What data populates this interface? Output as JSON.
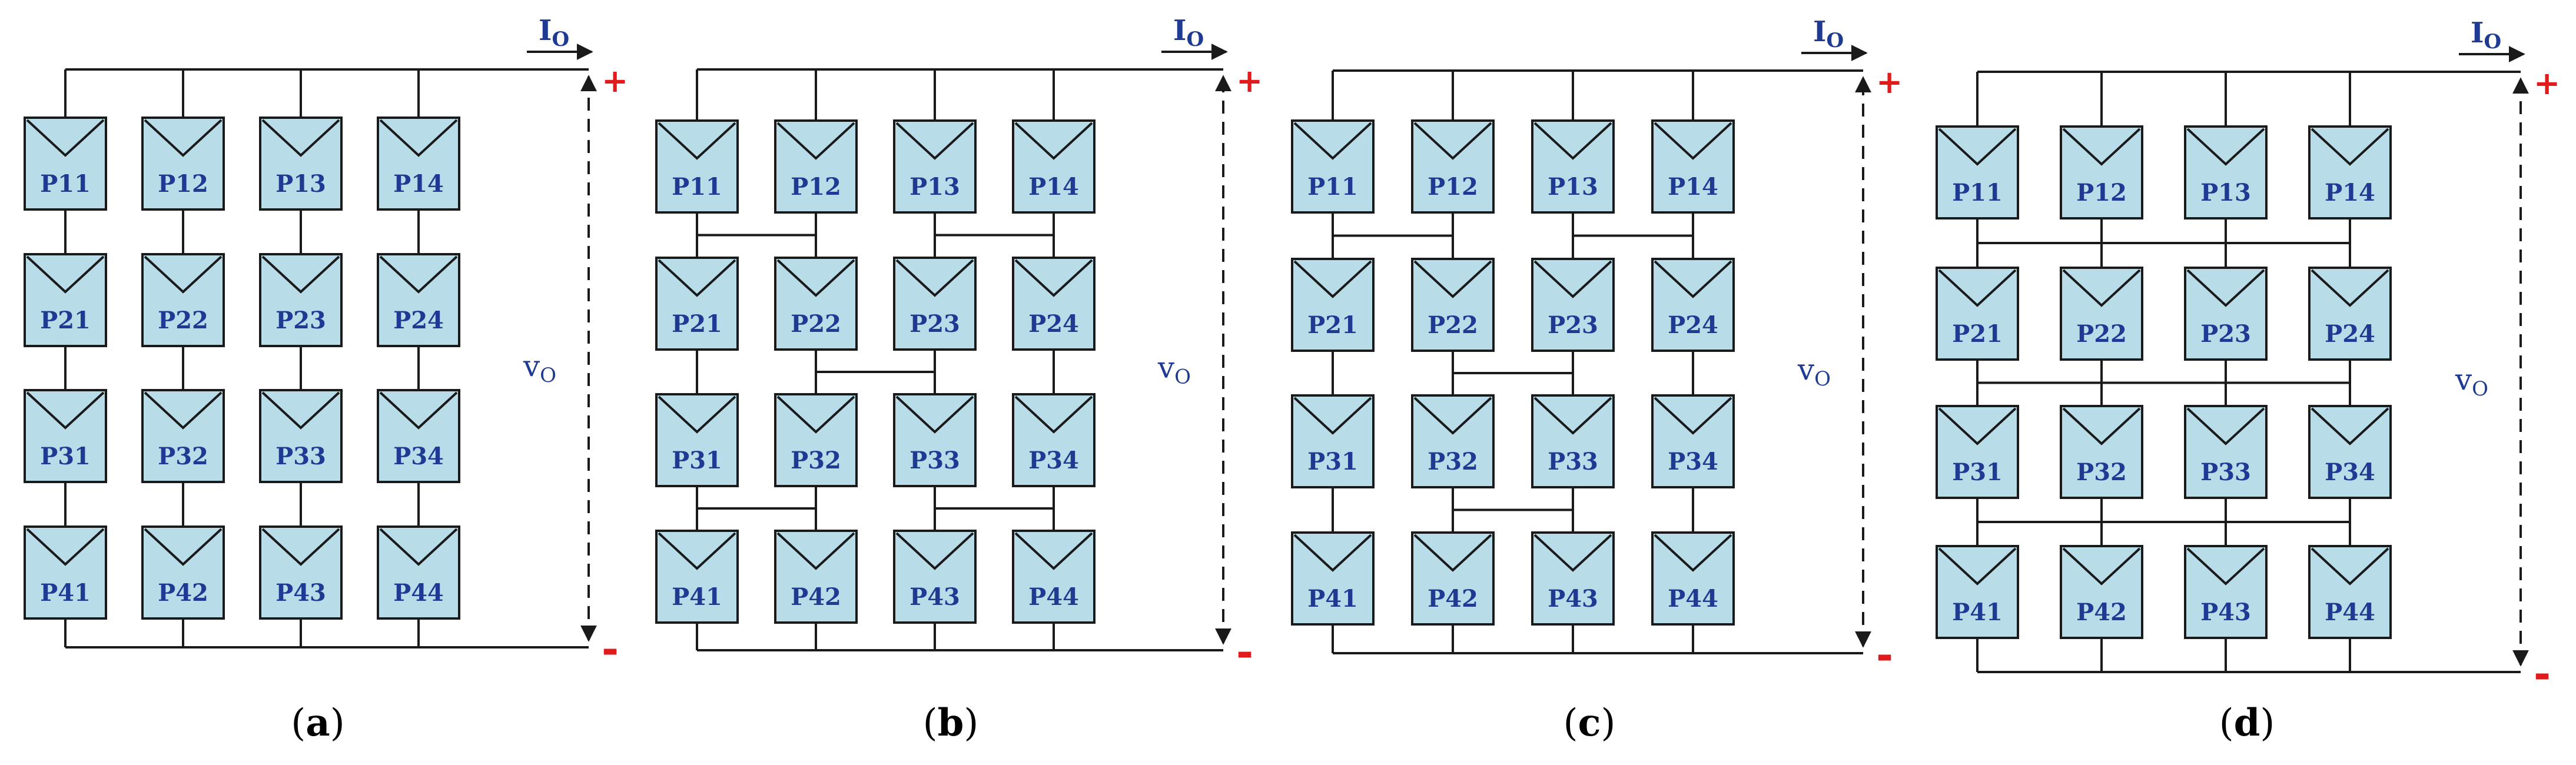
{
  "panels": [
    {
      "id": "a",
      "caption_letter": "a",
      "output_current_label": "I",
      "output_current_sub": "O",
      "output_voltage_label": "v",
      "output_voltage_sub": "O",
      "plus_sign": "+",
      "minus_sign": "-",
      "rows": [
        [
          "P11",
          "P12",
          "P13",
          "P14"
        ],
        [
          "P21",
          "P22",
          "P23",
          "P24"
        ],
        [
          "P31",
          "P32",
          "P33",
          "P34"
        ],
        [
          "P41",
          "P42",
          "P43",
          "P44"
        ]
      ],
      "tie_links": []
    },
    {
      "id": "b",
      "caption_letter": "b",
      "output_current_label": "I",
      "output_current_sub": "O",
      "output_voltage_label": "v",
      "output_voltage_sub": "O",
      "plus_sign": "+",
      "minus_sign": "-",
      "rows": [
        [
          "P11",
          "P12",
          "P13",
          "P14"
        ],
        [
          "P21",
          "P22",
          "P23",
          "P24"
        ],
        [
          "P31",
          "P32",
          "P33",
          "P34"
        ],
        [
          "P41",
          "P42",
          "P43",
          "P44"
        ]
      ],
      "tie_links": [
        {
          "gap": 1,
          "from_col": 1,
          "to_col": 2
        },
        {
          "gap": 1,
          "from_col": 3,
          "to_col": 4
        },
        {
          "gap": 2,
          "from_col": 2,
          "to_col": 3
        },
        {
          "gap": 3,
          "from_col": 1,
          "to_col": 2
        },
        {
          "gap": 3,
          "from_col": 3,
          "to_col": 4
        }
      ]
    },
    {
      "id": "c",
      "caption_letter": "c",
      "output_current_label": "I",
      "output_current_sub": "O",
      "output_voltage_label": "v",
      "output_voltage_sub": "O",
      "plus_sign": "+",
      "minus_sign": "-",
      "rows": [
        [
          "P11",
          "P12",
          "P13",
          "P14"
        ],
        [
          "P21",
          "P22",
          "P23",
          "P24"
        ],
        [
          "P31",
          "P32",
          "P33",
          "P34"
        ],
        [
          "P41",
          "P42",
          "P43",
          "P44"
        ]
      ],
      "tie_links": [
        {
          "gap": 1,
          "from_col": 1,
          "to_col": 2
        },
        {
          "gap": 1,
          "from_col": 3,
          "to_col": 4
        },
        {
          "gap": 2,
          "from_col": 2,
          "to_col": 3
        },
        {
          "gap": 3,
          "from_col": 2,
          "to_col": 3
        }
      ]
    },
    {
      "id": "d",
      "caption_letter": "d",
      "output_current_label": "I",
      "output_current_sub": "O",
      "output_voltage_label": "v",
      "output_voltage_sub": "O",
      "plus_sign": "+",
      "minus_sign": "-",
      "rows": [
        [
          "P11",
          "P12",
          "P13",
          "P14"
        ],
        [
          "P21",
          "P22",
          "P23",
          "P24"
        ],
        [
          "P31",
          "P32",
          "P33",
          "P34"
        ],
        [
          "P41",
          "P42",
          "P43",
          "P44"
        ]
      ],
      "tie_links": [
        {
          "gap": 1,
          "from_col": 1,
          "to_col": 4
        },
        {
          "gap": 2,
          "from_col": 1,
          "to_col": 4
        },
        {
          "gap": 3,
          "from_col": 1,
          "to_col": 4
        }
      ]
    }
  ],
  "colors": {
    "module_fill": "#b8dde9",
    "module_stroke": "#1a1a1a",
    "wire": "#1a1a1a",
    "label_text": "#1f3a93",
    "polarity": "#e01b1b"
  }
}
